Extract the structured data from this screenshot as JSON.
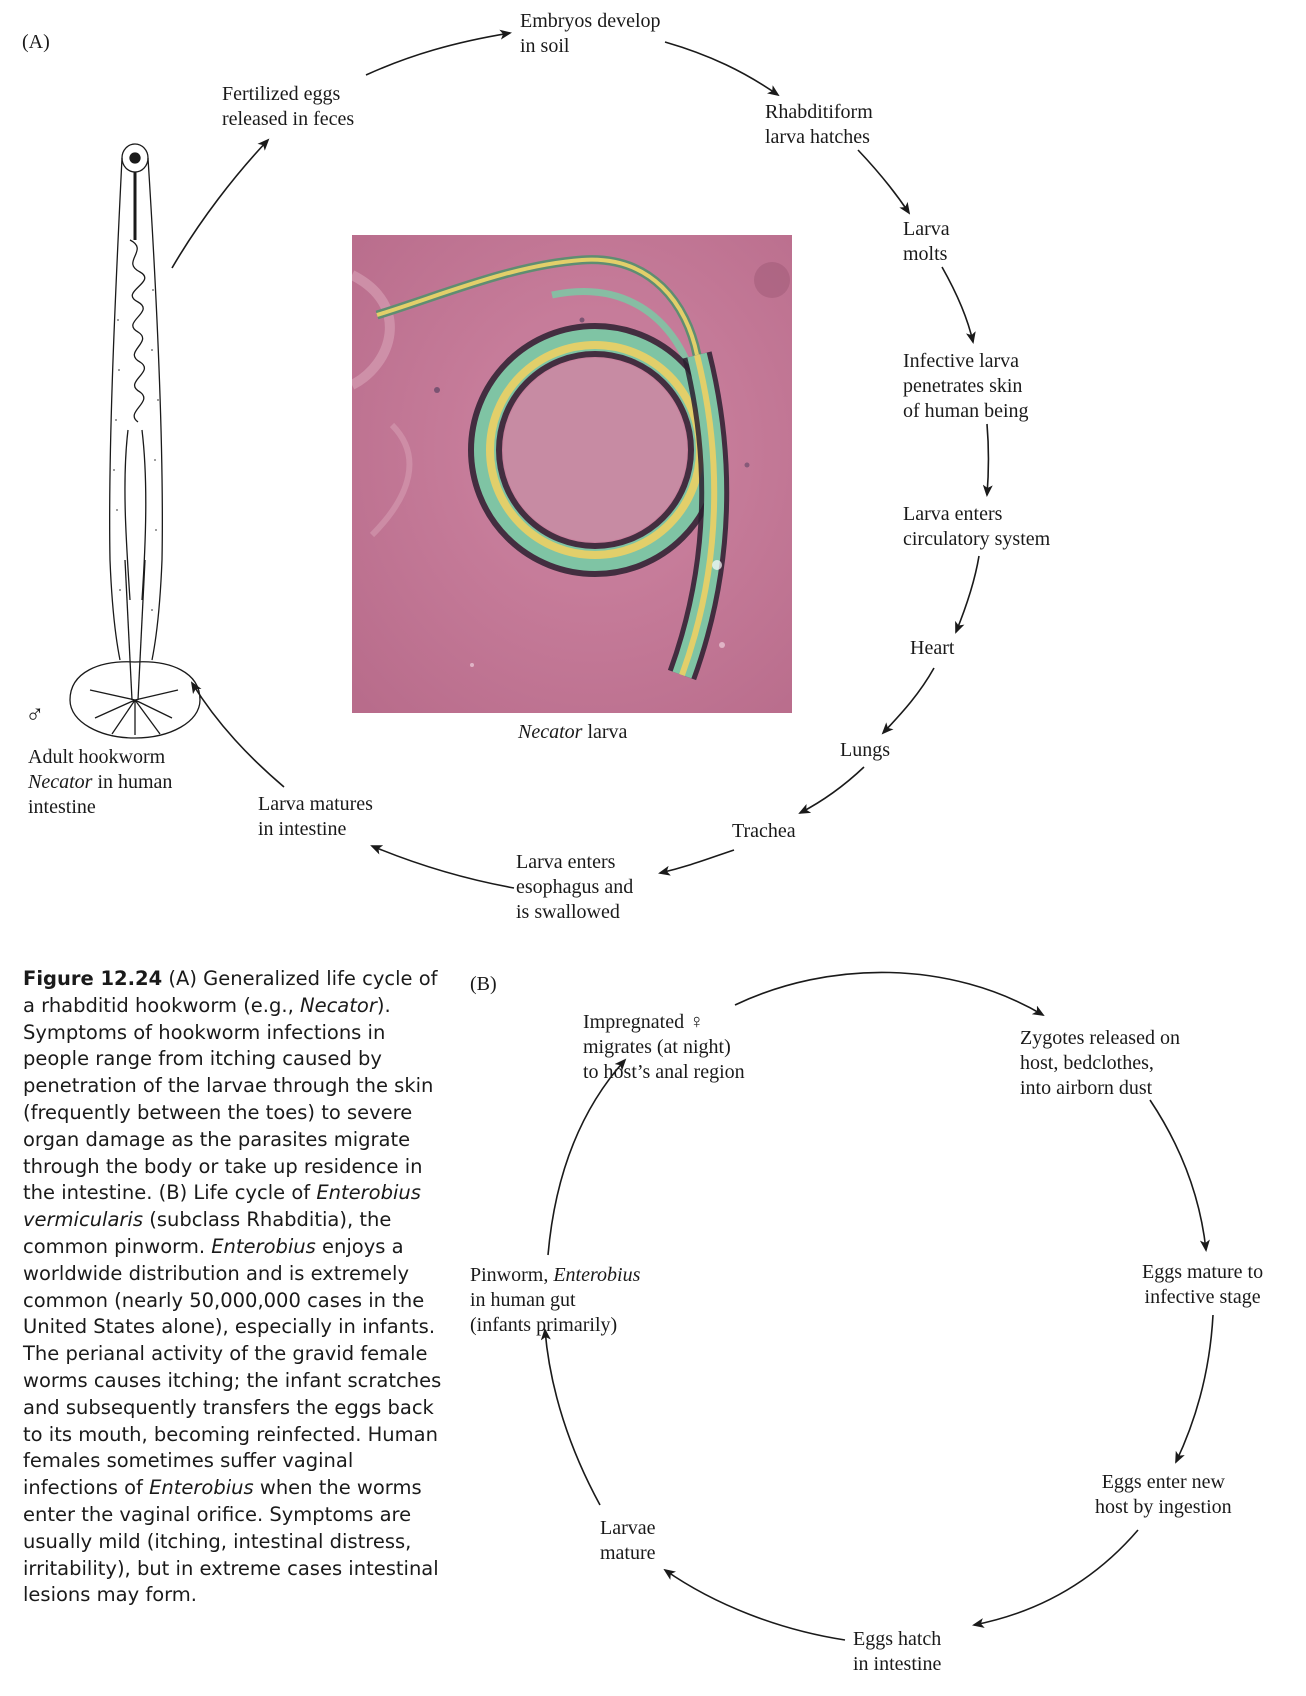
{
  "panel_a": {
    "tag": "(A)",
    "steps": {
      "embryos": "Embryos develop\nin soil",
      "rhabditiform": "Rhabditiform\nlarva hatches",
      "molts": "Larva\nmolts",
      "infective": "Infective larva\npenetrates skin\nof human being",
      "circulatory": "Larva enters\ncirculatory system",
      "heart": "Heart",
      "lungs": "Lungs",
      "trachea": "Trachea",
      "esophagus": "Larva enters\nesophagus and\nis swallowed",
      "matures": "Larva matures\nin intestine",
      "eggs_released": "Fertilized eggs\nreleased in feces"
    },
    "adult": {
      "symbol": "♂",
      "line1": "Adult hookworm",
      "genus": "Necator",
      "line2_rest": " in human",
      "line3": "intestine"
    },
    "photo_caption": {
      "genus": "Necator",
      "rest": " larva"
    }
  },
  "panel_b": {
    "tag": "(B)",
    "steps": {
      "impregnated": "Impregnated ♀\nmigrates (at night)\nto host’s anal region",
      "zygotes": "Zygotes released on\nhost, bedclothes,\ninto airborn dust",
      "eggs_mature": "Eggs mature to\ninfective stage",
      "eggs_enter": "Eggs enter new\nhost by ingestion",
      "eggs_hatch": "Eggs hatch\nin intestine",
      "larvae_mature": "Larvae\nmature"
    },
    "pinworm": {
      "prefix": "Pinworm, ",
      "genus": "Enterobius",
      "line2": "in human gut",
      "line3": "(infants primarily)"
    }
  },
  "caption": {
    "fig_label": "Figure 12.24",
    "t1": "  (A) Generalized life cycle of a rhabditid hookworm (e.g., ",
    "i1": "Necator",
    "t2": "). Symptoms of hookworm infections in people range from itching caused by penetration of the larvae through the skin (frequently between the toes) to severe organ damage as the parasites migrate through the body or take up residence in the intestine. (B) Life cycle of ",
    "i2": "Enterobius vermicularis",
    "t3": " (subclass Rhabditia), the common pinworm. ",
    "i3": "Enterobius",
    "t4": " enjoys a worldwide distribution and is extremely common (nearly 50,000,000 cases in the United States alone), especially in infants. The perianal activity of the gravid female worms causes itching; the infant scratches and subsequently transfers the eggs back to its mouth, becoming reinfected. Human females sometimes suffer vaginal infections of ",
    "i4": "Enterobius",
    "t5": " when the worms enter the vaginal orifice. Symptoms are usually mild (itching, intestinal distress, irritability), but in extreme cases intestinal lesions may form."
  },
  "colors": {
    "photo_bg": "#c77d9a",
    "larva_yellow": "#e2cf6a",
    "larva_green": "#7fc4a4"
  }
}
